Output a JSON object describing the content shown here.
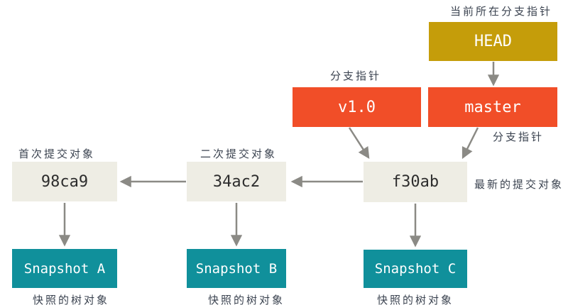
{
  "diagram": {
    "type": "git-object-graph"
  },
  "nodes": {
    "head": {
      "label": "HEAD",
      "annotation": "当前所在分支指针"
    },
    "v1_0": {
      "label": "v1.0",
      "annotation": "分支指针"
    },
    "master": {
      "label": "master",
      "annotation": "分支指针"
    },
    "commit_98ca9": {
      "label": "98ca9",
      "annotation": "首次提交对象"
    },
    "commit_34ac2": {
      "label": "34ac2",
      "annotation": "二次提交对象"
    },
    "commit_f30ab": {
      "label": "f30ab",
      "annotation": "最新的提交对象"
    },
    "snapshot_a": {
      "label": "Snapshot A",
      "annotation": "快照的树对象"
    },
    "snapshot_b": {
      "label": "Snapshot B",
      "annotation": "快照的树对象"
    },
    "snapshot_c": {
      "label": "Snapshot C",
      "annotation": "快照的树对象"
    }
  },
  "colors": {
    "head_box": "#c59d0a",
    "branch_box": "#f14e28",
    "commit_box": "#eeede4",
    "snapshot_box": "#10909b",
    "annotation_text": "#3b4350",
    "box_text_light": "#ffffff",
    "commit_text": "#2d2d2d",
    "arrow": "#8b8a85",
    "background": "#ffffff"
  }
}
